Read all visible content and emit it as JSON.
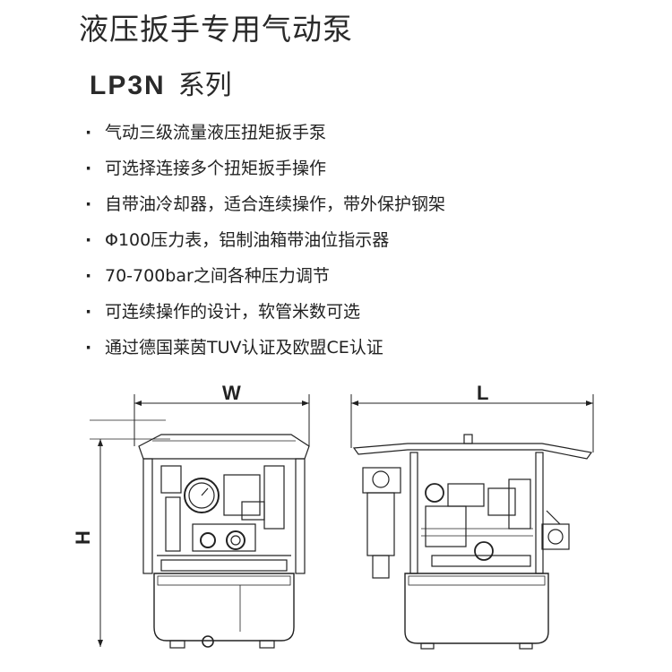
{
  "title": "液压扳手专用气动泵",
  "series": {
    "model": "LP3N",
    "word": "系列"
  },
  "features": [
    "气动三级流量液压扭矩扳手泵",
    "可选择连接多个扭矩扳手操作",
    "自带油冷却器，适合连续操作，带外保护钢架",
    "Φ100压力表，铝制油箱带油位指示器",
    "70-700bar之间各种压力调节",
    "可连续操作的设计，软管米数可选",
    "通过德国莱茵TUV认证及欧盟CE认证"
  ],
  "bullet": "·",
  "dimensions": {
    "width_label": "W",
    "length_label": "L",
    "height_label": "H"
  }
}
